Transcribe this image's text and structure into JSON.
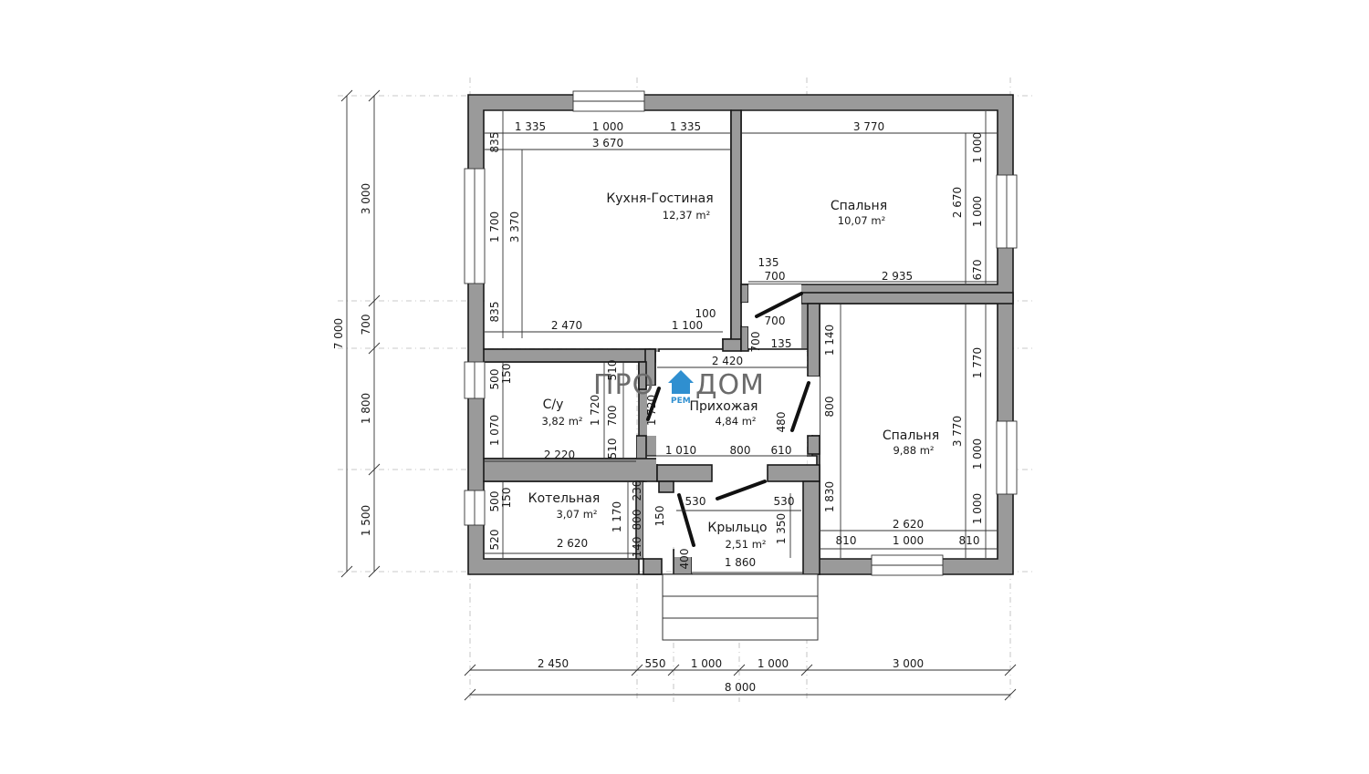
{
  "logo": {
    "left": "ПРО",
    "right": "ДОМ",
    "sub": "РЕМ",
    "accent_color": "#2f8fd0"
  },
  "rooms": {
    "kitchen": {
      "name": "Кухня-Гостиная",
      "area": "12,37 m²"
    },
    "bedroom1": {
      "name": "Спальня",
      "area": "10,07 m²"
    },
    "bedroom2": {
      "name": "Спальня",
      "area": "9,88 m²"
    },
    "bath": {
      "name": "С/у",
      "area": "3,82 m²"
    },
    "hall": {
      "name": "Прихожая",
      "area": "4,84 m²"
    },
    "boiler": {
      "name": "Котельная",
      "area": "3,07 m²"
    },
    "porch": {
      "name": "Крыльцо",
      "area": "2,51 m²"
    }
  },
  "dims": {
    "k_top1": "1 335",
    "k_top2": "1 000",
    "k_top3": "1 335",
    "k_width": "3 670",
    "k_left_top": "835",
    "k_left_mid": "1 700",
    "k_left_bot": "835",
    "k_height": "3 370",
    "k_bot1": "2 470",
    "k_bot2": "1 100",
    "k_step": "100",
    "b1_top": "3 770",
    "b1_r1": "1 000",
    "b1_r2": "1 000",
    "b1_r3": "670",
    "b1_h": "2 670",
    "b1_bot1": "700",
    "b1_bot2": "2 935",
    "b1_135a": "135",
    "c_700a": "700",
    "c_700b": "700",
    "c_135b": "135",
    "hall_top": "2 420",
    "hall_510a": "510",
    "hall_700": "700",
    "hall_510b": "510",
    "hall_1720a": "1 720",
    "hall_1720b": "1 720",
    "hall_bot1": "1 010",
    "hall_bot2": "800",
    "hall_bot3": "610",
    "hall_480": "480",
    "bath_500": "500",
    "bath_150": "150",
    "bath_1070": "1 070",
    "bath_w": "2 220",
    "b2_1140": "1 140",
    "b2_800": "800",
    "b2_1830": "1 830",
    "b2_1770": "1 770",
    "b2_1000a": "1 000",
    "b2_1000b": "1 000",
    "b2_h": "3 770",
    "b2_w": "2 620",
    "b2_bot1": "810",
    "b2_bot2": "1 000",
    "b2_bot3": "810",
    "bo_500": "500",
    "bo_150": "150",
    "bo_520": "520",
    "bo_w": "2 620",
    "bo_1170": "1 170",
    "bo_230": "230",
    "bo_800": "800",
    "bo_140": "140",
    "p_530a": "530",
    "p_530b": "530",
    "p_150": "150",
    "p_1350": "1 350",
    "p_400": "400",
    "p_w": "1 860",
    "left_3000": "3 000",
    "left_700": "700",
    "left_1800": "1 800",
    "left_1500": "1 500",
    "left_total": "7 000",
    "bot_2450": "2 450",
    "bot_550": "550",
    "bot_1000a": "1 000",
    "bot_1000b": "1 000",
    "bot_3000": "3 000",
    "bot_total": "8 000"
  }
}
